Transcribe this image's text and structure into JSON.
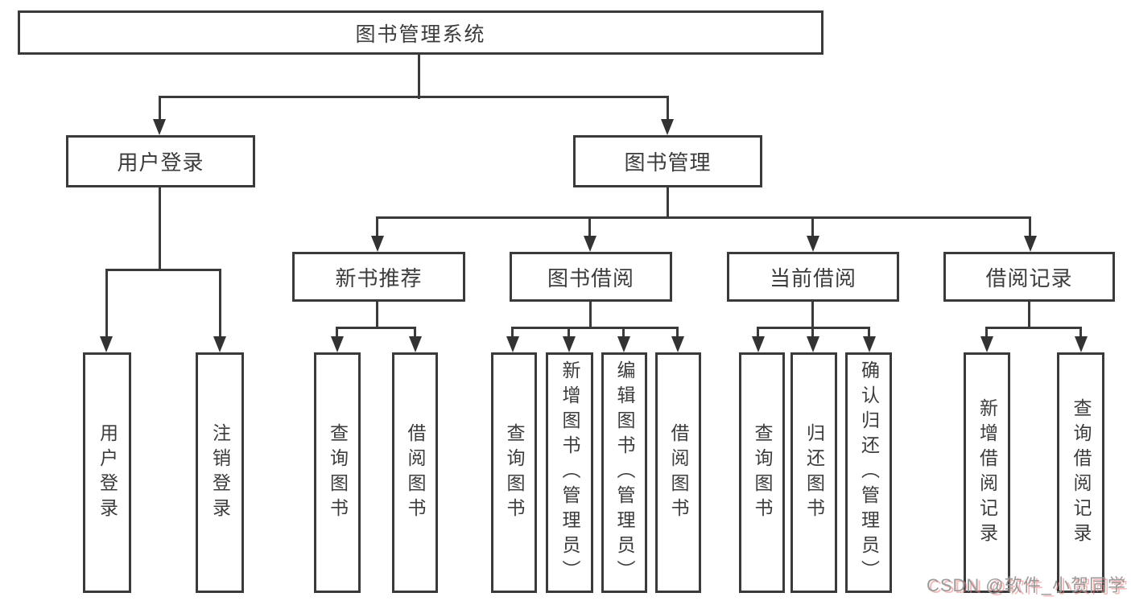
{
  "diagram": {
    "type": "hierarchy-tree",
    "root": {
      "label": "图书管理系统",
      "children": [
        {
          "label": "用户登录",
          "children": [
            {
              "label": "用户登录"
            },
            {
              "label": "注销登录"
            }
          ]
        },
        {
          "label": "图书管理",
          "children": [
            {
              "label": "新书推荐",
              "children": [
                {
                  "label": "查询图书"
                },
                {
                  "label": "借阅图书"
                }
              ]
            },
            {
              "label": "图书借阅",
              "children": [
                {
                  "label": "查询图书"
                },
                {
                  "label": "新增图书（管理员）"
                },
                {
                  "label": "编辑图书（管理员）"
                },
                {
                  "label": "借阅图书"
                }
              ]
            },
            {
              "label": "当前借阅",
              "children": [
                {
                  "label": "查询图书"
                },
                {
                  "label": "归还图书"
                },
                {
                  "label": "确认归还（管理员）"
                }
              ]
            },
            {
              "label": "借阅记录",
              "children": [
                {
                  "label": "新增借阅记录"
                },
                {
                  "label": "查询借阅记录"
                }
              ]
            }
          ]
        }
      ]
    },
    "colors": {
      "line": "#3a3a3a",
      "text": "#3c3c3c",
      "background": "#ffffff"
    }
  },
  "watermark": {
    "text": "CSDN @软件_小贺同学",
    "color": "#9a9a9a",
    "shadow_color": "#ec8080"
  }
}
